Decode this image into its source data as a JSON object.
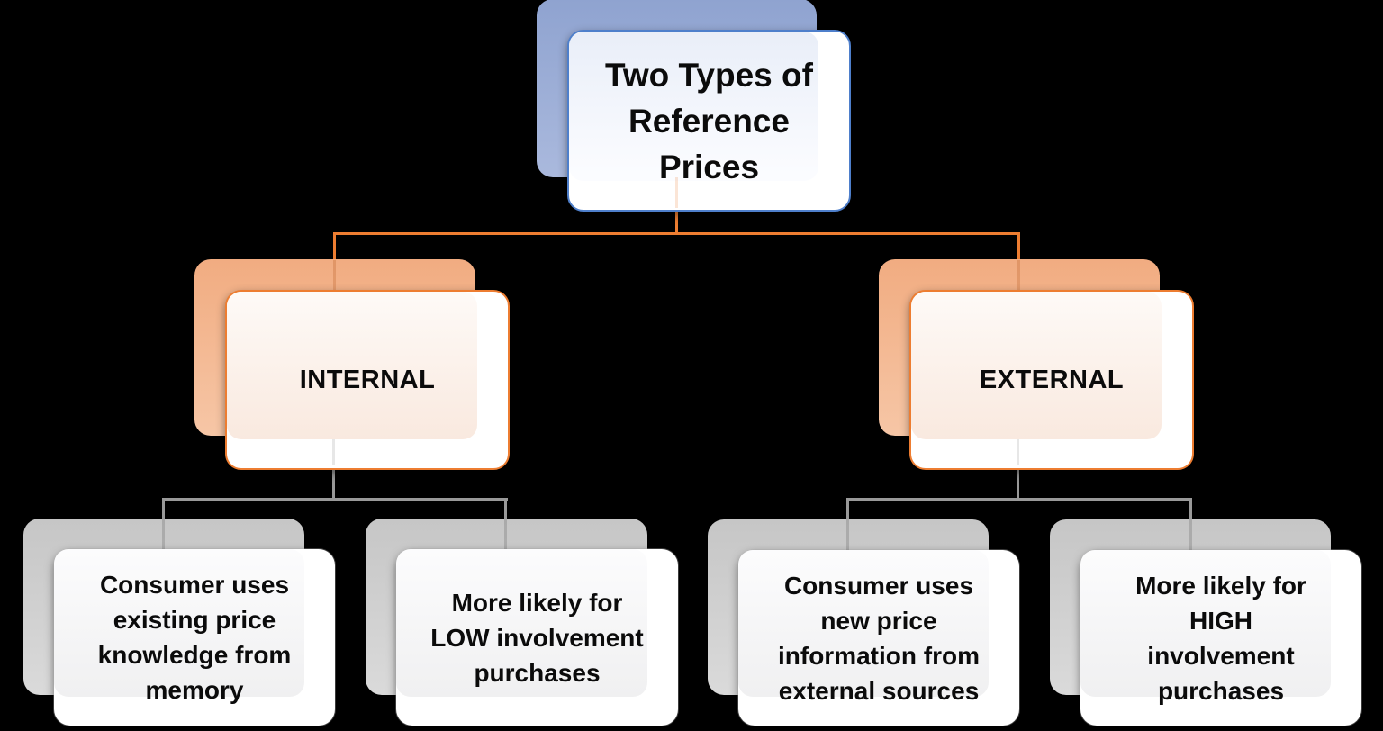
{
  "diagram": {
    "title_hint": "Two Types of Reference Prices hierarchy",
    "background_color": "#000000",
    "palette": {
      "background_color": "#000000",
      "root_back": "#8FA3D0",
      "root_border": "#4E7FCB",
      "branch_back": "#F1AC81",
      "branch_border": "#ED7D31",
      "leaf_back": "#C6C6C6",
      "root_connector": "#ED7D31",
      "leaf_connector": "#999999",
      "text_color": "#0B0B0B"
    },
    "root": {
      "label": "Two Types of\nReference\nPrices"
    },
    "branches": [
      {
        "id": "internal",
        "label": "INTERNAL"
      },
      {
        "id": "external",
        "label": "EXTERNAL"
      }
    ],
    "leaves": [
      {
        "parent": "internal",
        "label": "Consumer uses\nexisting price\nknowledge from\nmemory"
      },
      {
        "parent": "internal",
        "label": "More likely for\nLOW involvement\npurchases"
      },
      {
        "parent": "external",
        "label": "Consumer uses\nnew price\ninformation from\nexternal sources"
      },
      {
        "parent": "external",
        "label": "More likely for\nHIGH\ninvolvement\npurchases"
      }
    ]
  }
}
